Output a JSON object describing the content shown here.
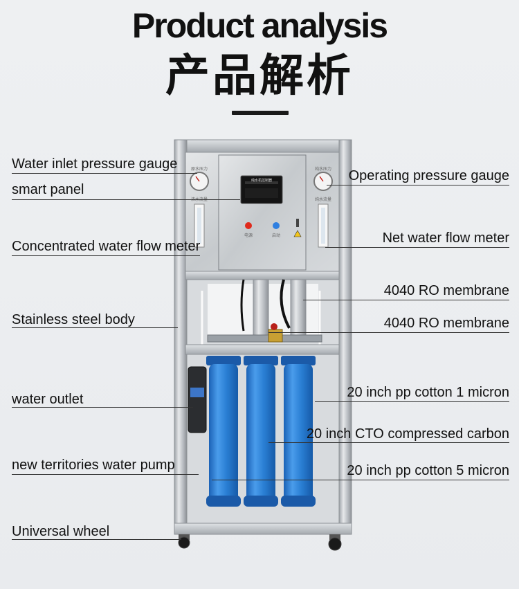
{
  "header": {
    "title_en": "Product analysis",
    "title_cn": "产品解析"
  },
  "panel": {
    "left_gauge_text": "原水压力",
    "right_gauge_text": "纯水压力",
    "left_meter_text": "浓水流量",
    "right_meter_text": "纯水流量",
    "display_text": "纯水机控制器",
    "btn1_text": "电源",
    "btn2_text": "启动"
  },
  "labels": {
    "water_inlet_pressure_gauge": "Water inlet pressure gauge",
    "smart_panel": "smart panel",
    "concentrated_water_flow_meter": "Concentrated water flow meter",
    "stainless_steel_body": "Stainless steel body",
    "water_outlet": "water outlet",
    "water_pump": "new territories water pump",
    "universal_wheel": "Universal wheel",
    "operating_pressure_gauge": "Operating pressure gauge",
    "net_water_flow_meter": "Net water flow meter",
    "ro_membrane_1": "4040 RO membrane",
    "ro_membrane_2": "4040 RO membrane",
    "pp_cotton_1": "20 inch pp cotton 1 micron",
    "cto_carbon": "20 inch CTO compressed carbon",
    "pp_cotton_5": "20 inch pp cotton 5 micron"
  },
  "colors": {
    "filter_blue": "#2a7fd4",
    "steel": "#c9cdd2"
  }
}
